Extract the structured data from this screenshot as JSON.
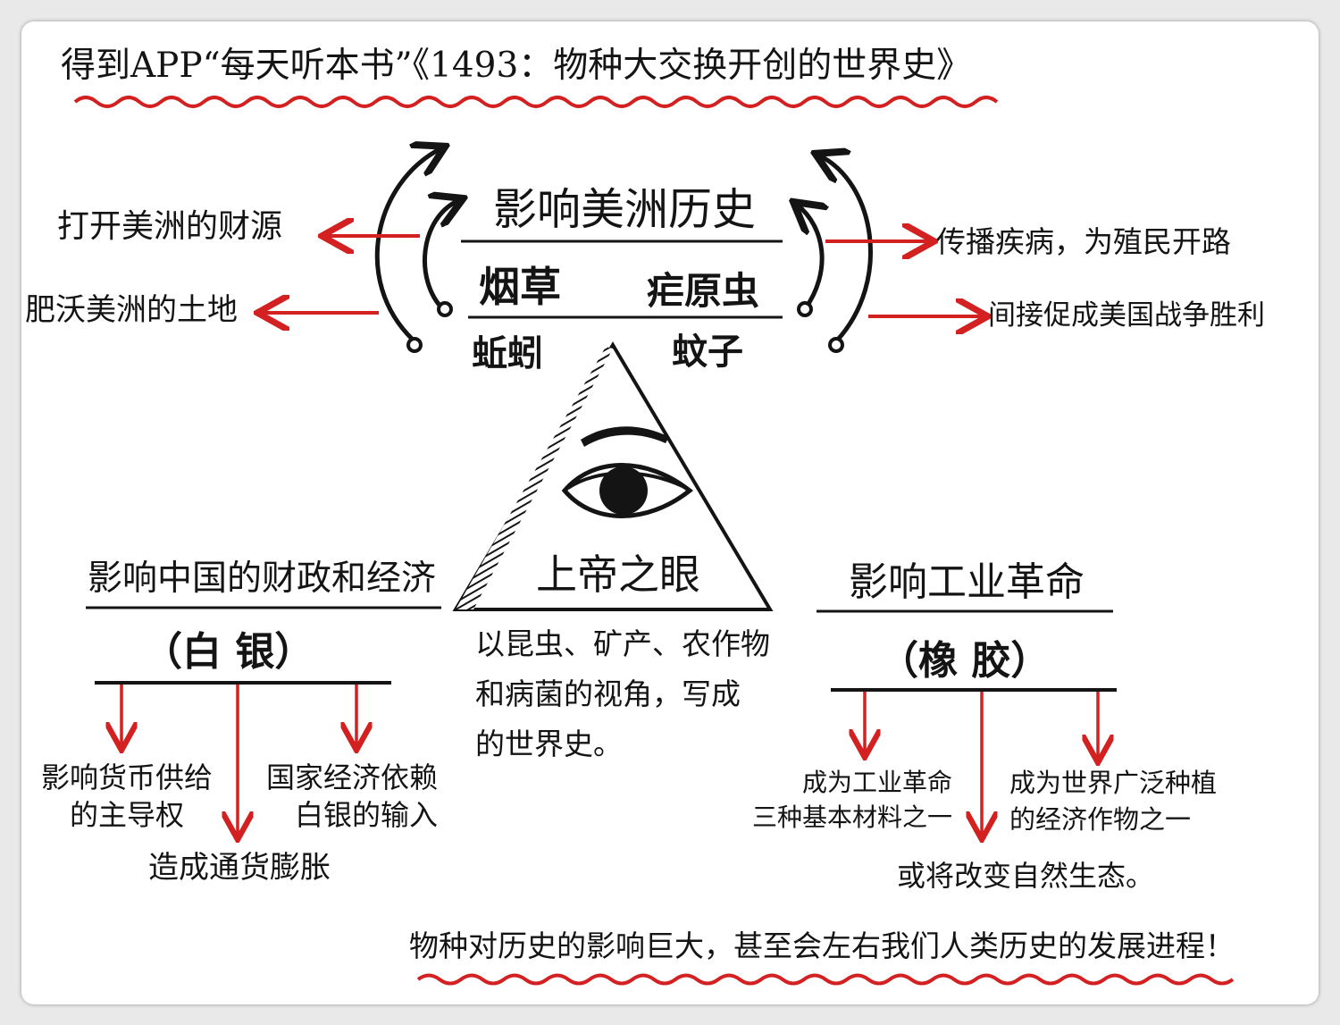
{
  "header": {
    "title": "得到APP“每天听本书”《1493：物种大交换开创的世界史》"
  },
  "top_section": {
    "heading": "影响美洲历史",
    "species_row1": {
      "left": "烟草",
      "right": "疟原虫"
    },
    "species_row2": {
      "left": "蚯蚓",
      "right": "蚊子"
    },
    "left_effects": [
      "打开美洲的财源",
      "肥沃美洲的土地"
    ],
    "right_effects": [
      "传播疾病，为殖民开路",
      "间接促成美国战争胜利"
    ]
  },
  "center": {
    "triangle_label": "上帝之眼",
    "description_lines": [
      "以昆虫、矿产、农作物",
      "和病菌的视角，写成",
      "的世界史。"
    ]
  },
  "left_section": {
    "heading": "影响中国的财政和经济",
    "item": "（白 银）",
    "branches": [
      "影响货币供给\n的主导权",
      "造成通货膨胀",
      "国家经济依赖\n白银的输入"
    ]
  },
  "right_section": {
    "heading": "影响工业革命",
    "item": "（橡 胶）",
    "branches": [
      "成为工业革命\n三种基本材料之一",
      "或将改变自然生态。",
      "成为世界广泛种植\n的经济作物之一"
    ]
  },
  "footer": {
    "conclusion": "物种对历史的影响巨大，甚至会左右我们人类历史的发展进程！"
  },
  "colors": {
    "accent_red": "#d32020",
    "ink": "#141414"
  },
  "icons": [
    "eye-icon",
    "curved-arrow-icon",
    "red-arrow-icon"
  ]
}
